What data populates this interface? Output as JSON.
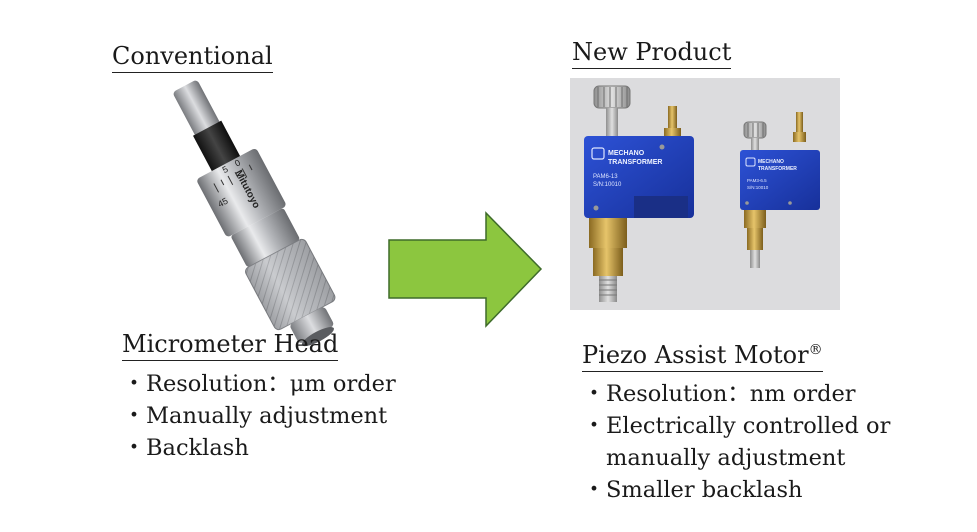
{
  "left": {
    "heading": "Conventional",
    "image_brand_text": "Mitutoyo",
    "image_scale_numbers": [
      "5",
      "0",
      "45"
    ],
    "subheading": "Micrometer Head",
    "bullets": [
      "Resolution：μm order",
      "Manually adjustment",
      "Backlash"
    ]
  },
  "right": {
    "heading": "New Product",
    "image_labels": {
      "big_brand_line1": "MECHANO",
      "big_brand_line2": "TRANSFORMER",
      "big_model": "PAM6-13",
      "big_serial": "S/N:10010",
      "small_brand_line1": "MECHANO",
      "small_brand_line2": "TRANSFORMER",
      "small_model": "PAM3-6.5",
      "small_serial": "S/N:10010"
    },
    "subheading": "Piezo Assist Motor",
    "subheading_mark": "®",
    "bullets": [
      "Resolution：nm order",
      "Electrically controlled or\nmanually adjustment",
      "Smaller backlash"
    ]
  },
  "bullet_glyph": "・",
  "colors": {
    "arrow_fill": "#8cc63f",
    "arrow_stroke": "#3e6b2a",
    "motor_blue": "#1f3fae",
    "brass": "#c9a24a",
    "photo_bg": "#dcdcde"
  },
  "icons": [
    "right-arrow-icon"
  ]
}
